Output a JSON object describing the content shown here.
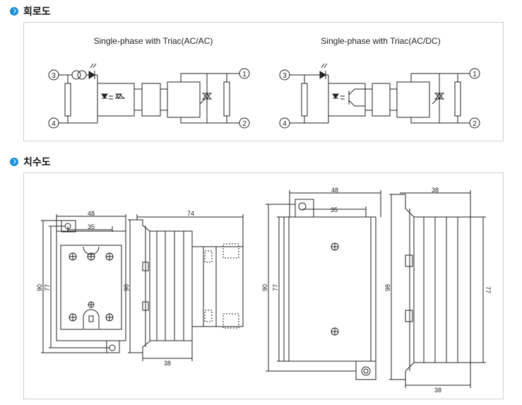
{
  "sections": {
    "circuit": {
      "title": "회로도"
    },
    "dimensions": {
      "title": "치수도"
    }
  },
  "circuits": [
    {
      "title": "Single-phase with Triac(AC/AC)",
      "terminals": {
        "t1": "1",
        "t2": "2",
        "t3": "3",
        "t4": "4"
      }
    },
    {
      "title": "Single-phase with Triac(AC/DC)",
      "terminals": {
        "t1": "1",
        "t2": "2",
        "t3": "3",
        "t4": "4"
      }
    }
  ],
  "dimensions": {
    "view1": {
      "width_outer": "48",
      "width_holes": "35",
      "height_outer": "90",
      "height_inner": "77"
    },
    "view2": {
      "depth_total": "74",
      "height": "98",
      "depth_body": "38"
    },
    "view3": {
      "width_outer": "48",
      "width_holes": "35",
      "height_outer": "90",
      "height_inner": "77"
    },
    "view4": {
      "depth_top": "38",
      "height_outer": "98",
      "height_inner": "77",
      "depth_bottom": "38"
    }
  },
  "colors": {
    "accent": "#1b8fd3",
    "line": "#222222",
    "panel_border": "#d0d0d0"
  }
}
